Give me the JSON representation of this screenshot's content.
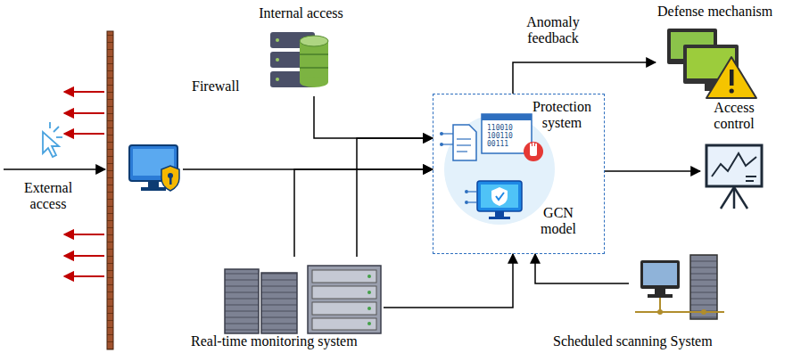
{
  "diagram": {
    "nodes": [
      {
        "text": [
          "External access"
        ]
      },
      {
        "text": [
          "Firewall"
        ]
      },
      {
        "text": [
          "Internal access"
        ]
      },
      {
        "text": [
          "Protection system",
          "GCN model"
        ]
      },
      {
        "text": [
          "Defense mechanism"
        ]
      },
      {
        "text": [
          "Access control"
        ]
      },
      {
        "text": [
          "Real-time monitoring system"
        ]
      },
      {
        "text": [
          "Scheduled scanning System"
        ]
      }
    ],
    "edges": [
      {
        "from": 0,
        "to": 1,
        "arrow": "to"
      },
      {
        "from": 1,
        "to": 3,
        "arrow": "to"
      },
      {
        "from": 2,
        "to": 3,
        "arrow": "to"
      },
      {
        "from": 6,
        "to": 3,
        "arrow": "to"
      },
      {
        "from": 6,
        "to": 3,
        "arrow": "to"
      },
      {
        "from": 6,
        "to": 3,
        "arrow": "to"
      },
      {
        "from": 7,
        "to": 3,
        "arrow": "to"
      },
      {
        "from": 3,
        "to": 4,
        "label": "Anomaly feedback",
        "arrow": "to"
      },
      {
        "from": 3,
        "to": 5,
        "arrow": "to"
      }
    ],
    "labels": [
      "110010",
      "100110",
      "00111"
    ]
  }
}
